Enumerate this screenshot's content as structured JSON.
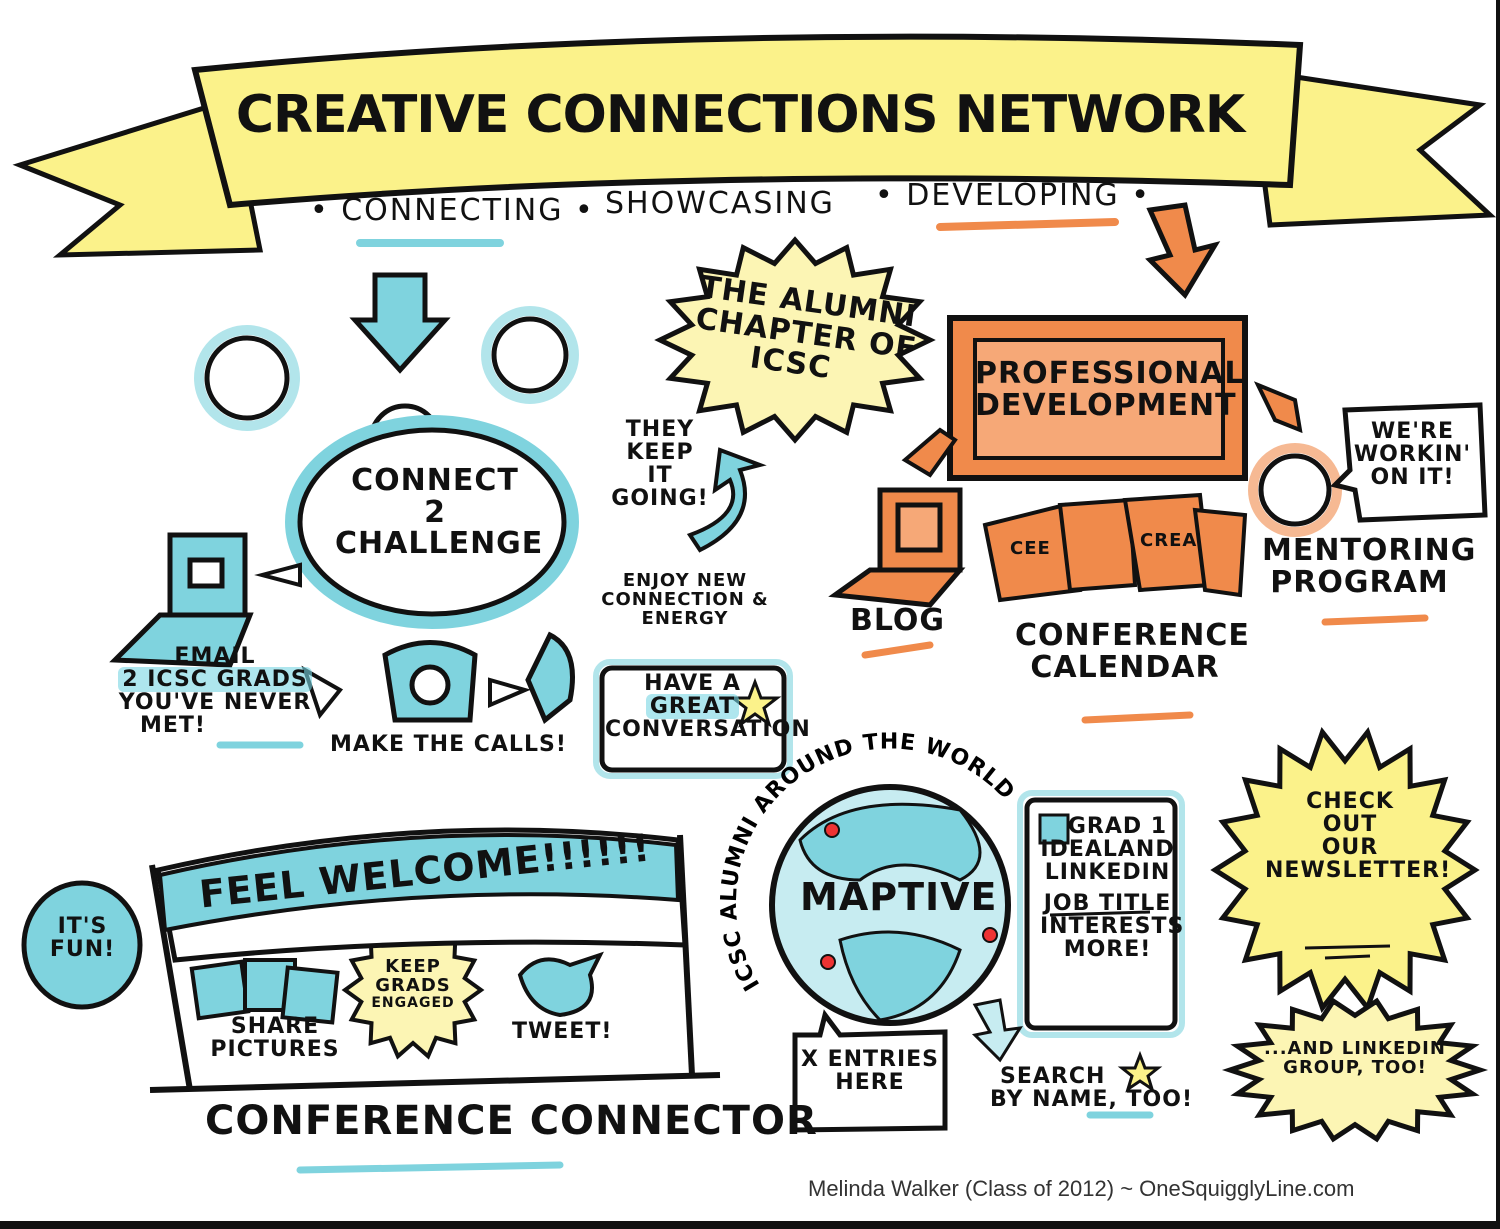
{
  "header": {
    "title": "CREATIVE CONNECTIONS NETWORK",
    "pillars": [
      "CONNECTING",
      "SHOWCASING",
      "DEVELOPING"
    ]
  },
  "connecting": {
    "hub": [
      "CONNECT",
      "2",
      "CHALLENGE"
    ],
    "email": [
      "EMAIL",
      "2 ICSC GRADS",
      "YOU'VE NEVER",
      "MET!"
    ],
    "calls": "MAKE THE CALLS!",
    "conversation": [
      "HAVE A",
      "GREAT",
      "CONVERSATION"
    ],
    "energy": [
      "ENJOY NEW",
      "CONNECTION &",
      "ENERGY"
    ],
    "keep_going": [
      "THEY",
      "KEEP",
      "IT",
      "GOING!"
    ]
  },
  "alumni_chapter": [
    "THE ALUMNI",
    "CHAPTER OF",
    "ICSC"
  ],
  "developing": {
    "box": [
      "PROFESSIONAL",
      "DEVELOPMENT"
    ],
    "blog": "BLOG",
    "calendar": [
      "CONFERENCE",
      "CALENDAR"
    ],
    "calendar_pages": [
      "CEE",
      "CREA"
    ],
    "mentoring": [
      "MENTORING",
      "PROGRAM"
    ],
    "mentoring_bubble": [
      "WE'RE",
      "WORKIN'",
      "ON IT!"
    ]
  },
  "showcasing": {
    "banner": "FEEL WELCOME!!!!!!",
    "fun": [
      "IT'S",
      "FUN!"
    ],
    "share": [
      "SHARE",
      "PICTURES"
    ],
    "engaged": [
      "KEEP",
      "GRADS",
      "ENGAGED"
    ],
    "tweet": "TWEET!",
    "caption": "CONFERENCE CONNECTOR"
  },
  "map": {
    "arc_label": "ICSC ALUMNI AROUND THE WORLD",
    "globe_label": "MAPTIVE",
    "profile": [
      "GRAD 1",
      "IDEALAND",
      "LINKEDIN",
      "JOB TITLE",
      "INTERESTS",
      "MORE!"
    ],
    "entries": [
      "X ENTRIES",
      "HERE"
    ],
    "search": [
      "SEARCH",
      "BY NAME, TOO!"
    ]
  },
  "newsletter": [
    "CHECK",
    "OUT",
    "OUR",
    "NEWSLETTER!"
  ],
  "linkedin": [
    "...AND LINKEDIN",
    "GROUP, TOO!"
  ],
  "credit": "Melinda Walker (Class of 2012) ~ OneSquigglyLine.com",
  "colors": {
    "yellow": "#fbf28a",
    "pale_yellow": "#fcf5b4",
    "teal": "#7fd3de",
    "orange": "#f08a4b",
    "ink": "#111111"
  }
}
